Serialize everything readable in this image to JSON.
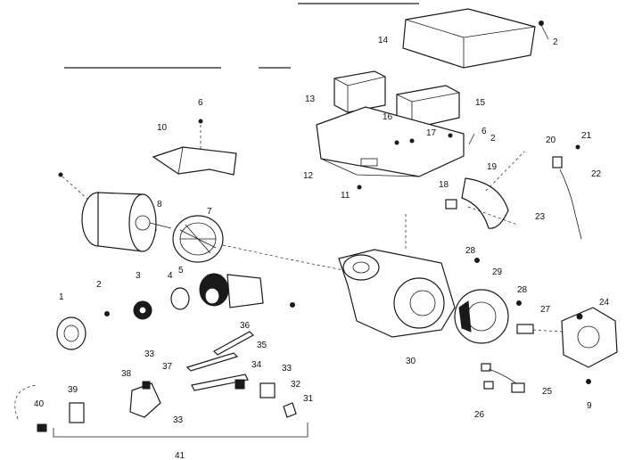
{
  "callouts": [
    {
      "id": "c-2-top",
      "text": "2"
    },
    {
      "id": "c-14",
      "text": "14"
    },
    {
      "id": "c-13",
      "text": "13"
    },
    {
      "id": "c-15",
      "text": "15"
    },
    {
      "id": "c-16",
      "text": "16"
    },
    {
      "id": "c-17",
      "text": "17"
    },
    {
      "id": "c-6-right",
      "text": "6"
    },
    {
      "id": "c-12",
      "text": "12"
    },
    {
      "id": "c-11",
      "text": "11"
    },
    {
      "id": "c-20",
      "text": "20"
    },
    {
      "id": "c-21",
      "text": "21"
    },
    {
      "id": "c-2-mid",
      "text": "2"
    },
    {
      "id": "c-22",
      "text": "22"
    },
    {
      "id": "c-19",
      "text": "19"
    },
    {
      "id": "c-18",
      "text": "18"
    },
    {
      "id": "c-23",
      "text": "23"
    },
    {
      "id": "c-6-left",
      "text": "6"
    },
    {
      "id": "c-10",
      "text": "10"
    },
    {
      "id": "c-8",
      "text": "8"
    },
    {
      "id": "c-7",
      "text": "7"
    },
    {
      "id": "c-1",
      "text": "1"
    },
    {
      "id": "c-2-left",
      "text": "2"
    },
    {
      "id": "c-3",
      "text": "3"
    },
    {
      "id": "c-4",
      "text": "4"
    },
    {
      "id": "c-5",
      "text": "5"
    },
    {
      "id": "c-28-top",
      "text": "28"
    },
    {
      "id": "c-29",
      "text": "29"
    },
    {
      "id": "c-28-mid",
      "text": "28"
    },
    {
      "id": "c-27",
      "text": "27"
    },
    {
      "id": "c-24",
      "text": "24"
    },
    {
      "id": "c-30",
      "text": "30"
    },
    {
      "id": "c-36",
      "text": "36"
    },
    {
      "id": "c-35",
      "text": "35"
    },
    {
      "id": "c-34",
      "text": "34"
    },
    {
      "id": "c-33-a",
      "text": "33"
    },
    {
      "id": "c-33-b",
      "text": "33"
    },
    {
      "id": "c-37",
      "text": "37"
    },
    {
      "id": "c-38",
      "text": "38"
    },
    {
      "id": "c-32",
      "text": "32"
    },
    {
      "id": "c-31",
      "text": "31"
    },
    {
      "id": "c-33-c",
      "text": "33"
    },
    {
      "id": "c-39",
      "text": "39"
    },
    {
      "id": "c-40",
      "text": "40"
    },
    {
      "id": "c-41",
      "text": "41"
    },
    {
      "id": "c-25",
      "text": "25"
    },
    {
      "id": "c-26",
      "text": "26"
    },
    {
      "id": "c-9",
      "text": "9"
    }
  ]
}
